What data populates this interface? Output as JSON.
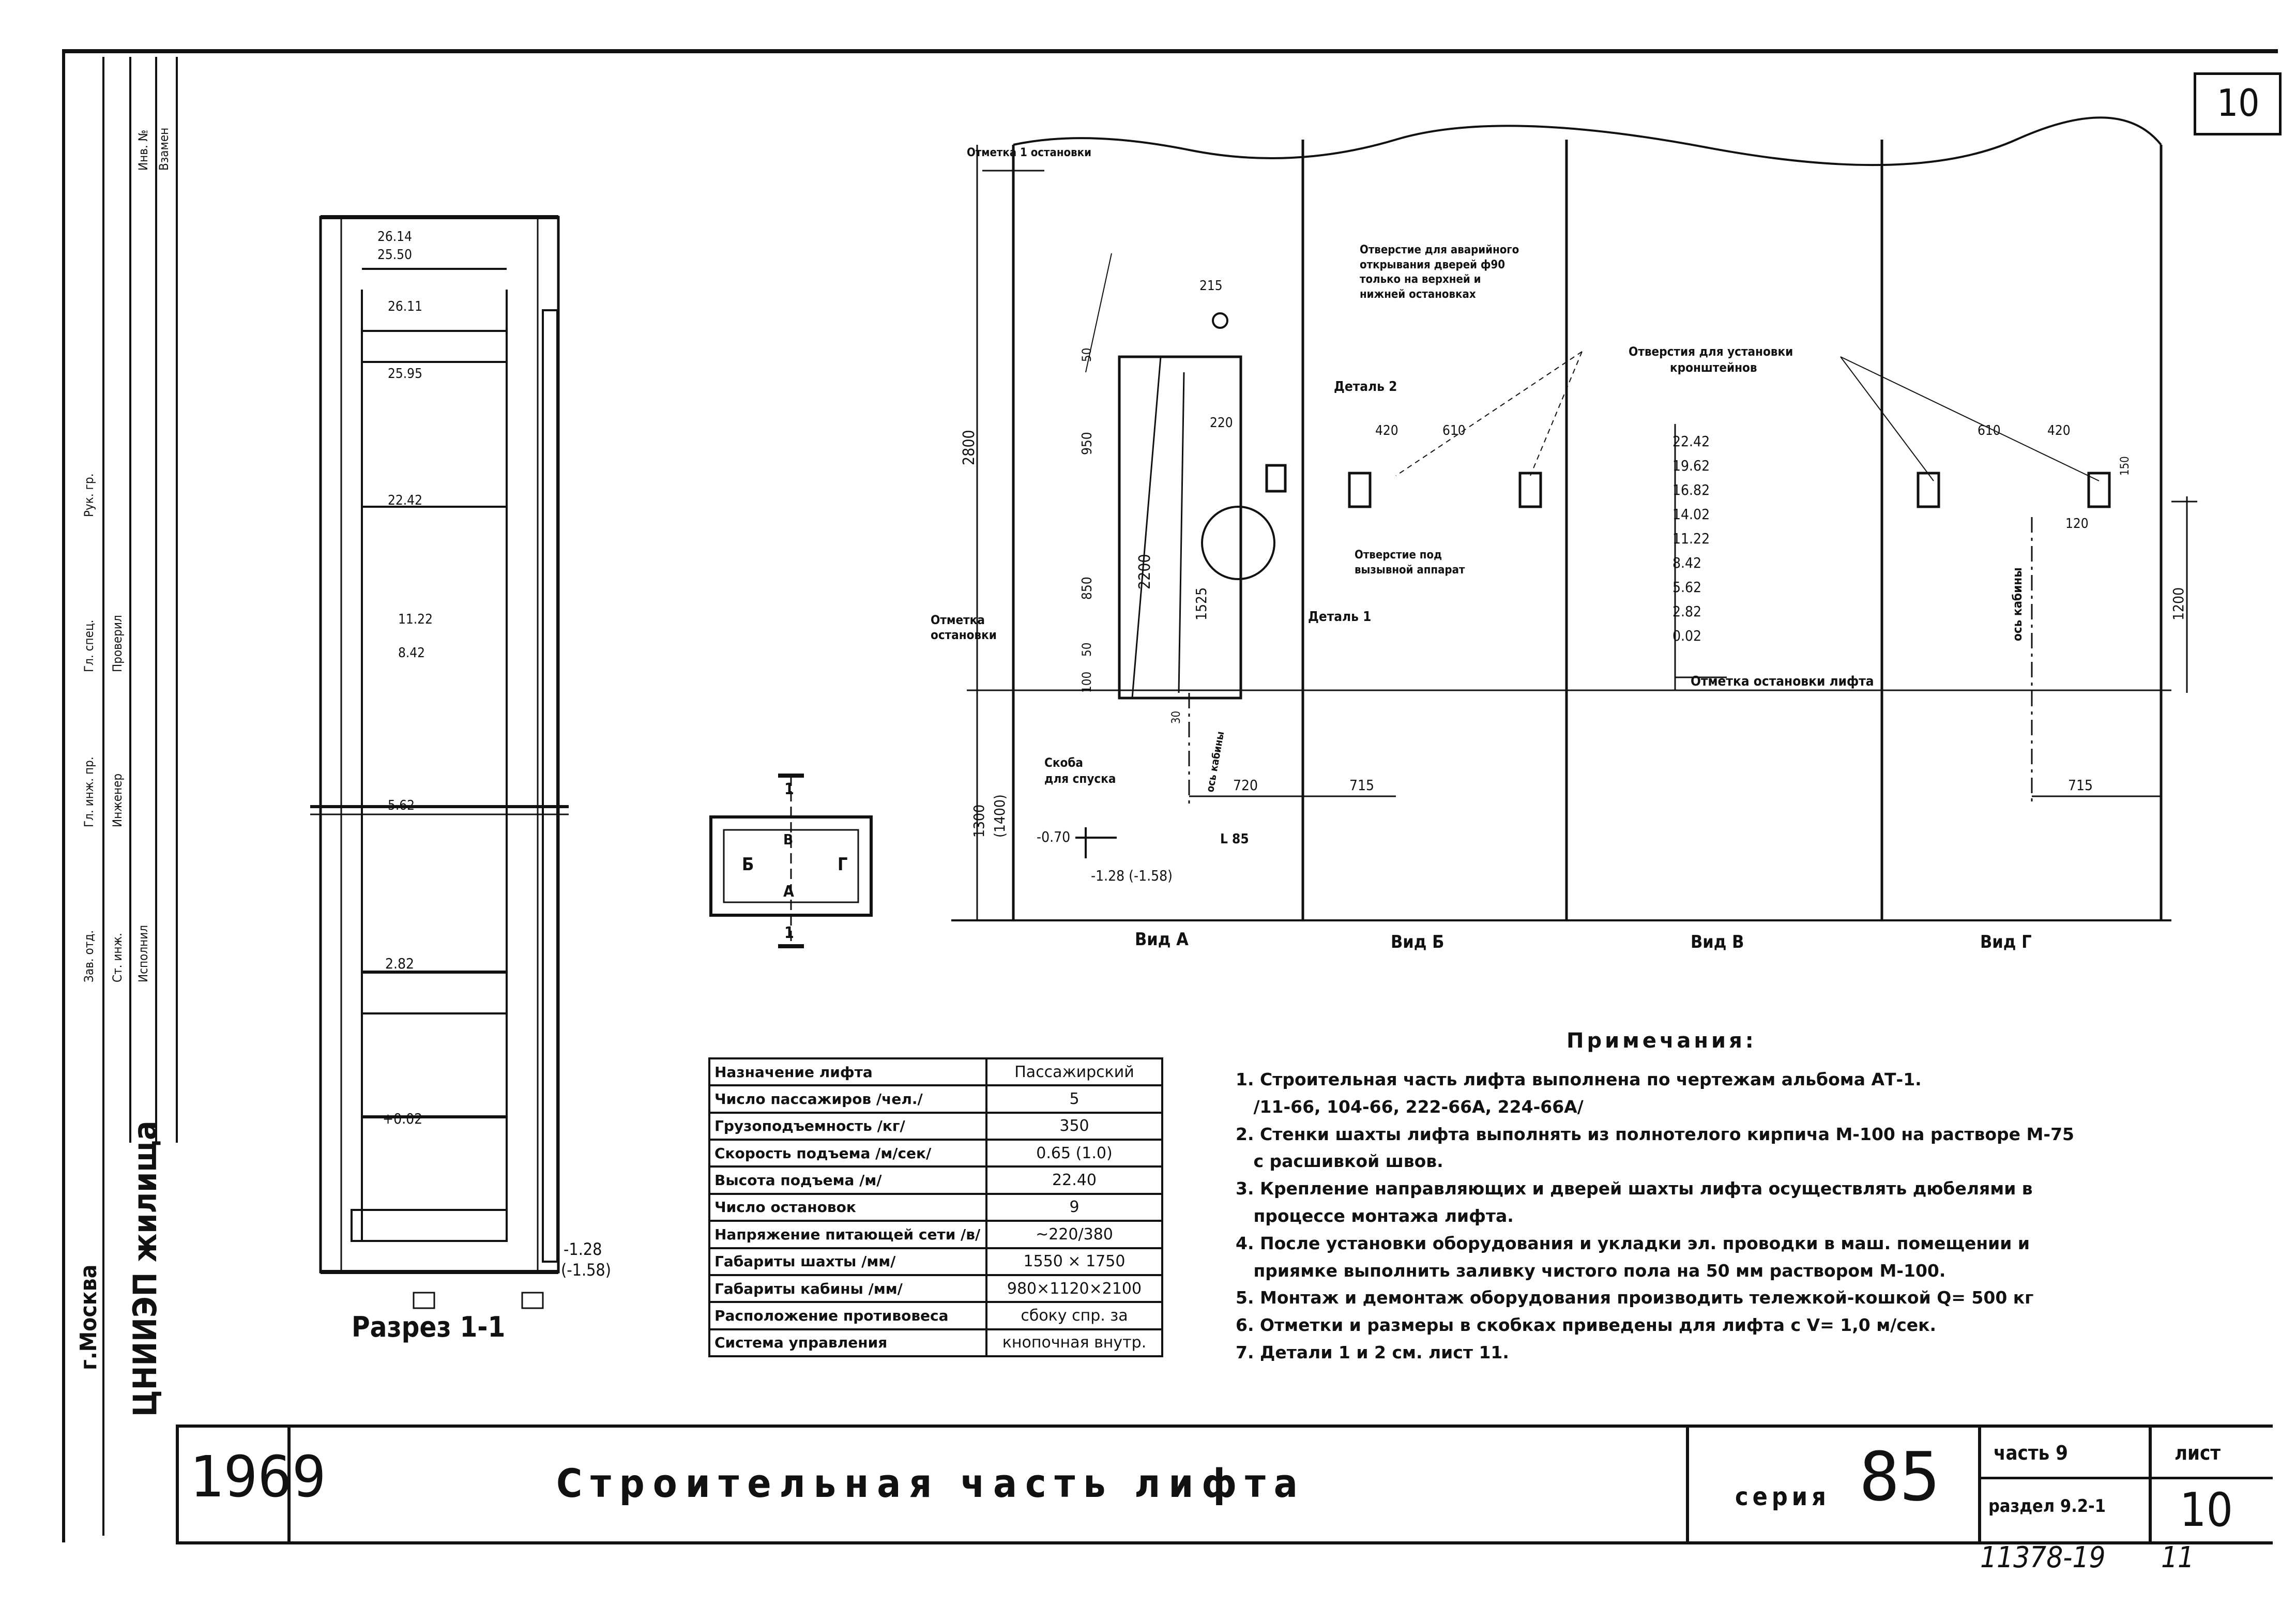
{
  "sheet": {
    "corner_number": "10",
    "year": "1969",
    "title": "Строительная часть лифта",
    "series_label": "серия",
    "series_number": "85",
    "part_label": "часть 9",
    "section_label": "раздел 9.2-1",
    "sheet_label": "лист",
    "sheet_number": "10",
    "archive_number": "11378-19",
    "archive_page": "11"
  },
  "institute": {
    "city": "г.Москва",
    "name": "ЦНИИЭП жилища"
  },
  "section_view": {
    "caption": "Разрез 1-1",
    "levels": [
      "26.14",
      "25.50",
      "26.11",
      "25.95",
      "22.42",
      "11.22",
      "8.42",
      "5.62",
      "2.82",
      "+0.02",
      "-1.28",
      "(-1.58)"
    ]
  },
  "key_plan": {
    "labels": [
      "1",
      "Б",
      "В",
      "Г",
      "А",
      "1"
    ]
  },
  "elevations": {
    "top_mark_label": "Отметка 1 остановки",
    "door_hole_note": [
      "Отверстие для аварийного",
      "открывания дверей ф90",
      "только на верхней и",
      "нижней остановках"
    ],
    "bracket_holes_note": [
      "Отверстия для установки",
      "кронштейнов"
    ],
    "detail2": "Деталь 2",
    "detail1": "Деталь 1",
    "call_hole_note": [
      "Отверстие под",
      "вызывной аппарат"
    ],
    "stop_mark_left": [
      "Отметка",
      "остановки"
    ],
    "stop_mark_main": "Отметка остановки лифта",
    "cabin_axis": "ось кабины",
    "cabin_axis_b": "ось кабины",
    "bracket_note": [
      "Скоба",
      "для спуска"
    ],
    "floor_marks": [
      "22.42",
      "19.62",
      "16.82",
      "14.02",
      "11.22",
      "8.42",
      "5.62",
      "2.82",
      "0.02"
    ],
    "dims": {
      "h_2800": "2800",
      "h_1300": "1300",
      "h_1300b": "(1400)",
      "d_215": "215",
      "d_50a": "50",
      "d_950": "950",
      "d_850": "850",
      "d_50b": "50",
      "d_100": "100",
      "d_2200": "2200",
      "d_1525": "1525",
      "d_220": "220",
      "d_420a": "420",
      "d_610a": "610",
      "d_610b": "610",
      "d_420b": "420",
      "d_150": "150",
      "d_120": "120",
      "d_1200": "1200",
      "d_720": "720",
      "d_715a": "715",
      "d_715b": "715",
      "d_30": "30",
      "m_070": "-0.70",
      "m_128": "-1.28 (-1.58)",
      "l_8": "L 85"
    },
    "view_labels": [
      "Вид А",
      "Вид Б",
      "Вид В",
      "Вид Г"
    ]
  },
  "spec_table": {
    "rows": [
      {
        "name": "Назначение лифта",
        "value": "Пассажирский"
      },
      {
        "name": "Число пассажиров /чел./",
        "value": "5"
      },
      {
        "name": "Грузоподъемность /кг/",
        "value": "350"
      },
      {
        "name": "Скорость подъема /м/сек/",
        "value": "0.65 (1.0)"
      },
      {
        "name": "Высота подъема /м/",
        "value": "22.40"
      },
      {
        "name": "Число остановок",
        "value": "9"
      },
      {
        "name": "Напряжение питающей сети /в/",
        "value": "~220/380"
      },
      {
        "name": "Габариты шахты /мм/",
        "value": "1550 × 1750"
      },
      {
        "name": "Габариты кабины /мм/",
        "value": "980×1120×2100"
      },
      {
        "name": "Расположение противовеса",
        "value": "сбоку спр. за"
      },
      {
        "name": "Система управления",
        "value": "кнопочная внутр."
      }
    ]
  },
  "notes": {
    "heading": "Примечания:",
    "items": [
      "1. Строительная часть лифта выполнена по чертежам альбома АТ-1.",
      "   /11-66, 104-66, 222-66А, 224-66А/",
      "2. Стенки шахты лифта выполнять из полнотелого кирпича М-100 на растворе М-75",
      "   с расшивкой швов.",
      "3. Крепление направляющих и дверей шахты лифта осуществлять дюбелями в",
      "   процессе монтажа лифта.",
      "4. После установки оборудования и укладки эл. проводки в маш. помещении и",
      "   приямке выполнить заливку чистого пола на 50 мм раствором М-100.",
      "5. Монтаж и демонтаж оборудования производить тележкой-кошкой Q= 500 кг",
      "6. Отметки и размеры в скобках приведены для лифта с V= 1,0 м/сек.",
      "7. Детали 1 и 2 см. лист 11."
    ]
  },
  "stamp_column": {
    "entries": [
      "Зав. отд.",
      "Гл. инж. пр.",
      "Гл. спец.",
      "Рук. гр.",
      "Ст. инж.",
      "Инженер",
      "Проверил",
      "Исполнил",
      "Инв. №",
      "Взамен"
    ]
  }
}
